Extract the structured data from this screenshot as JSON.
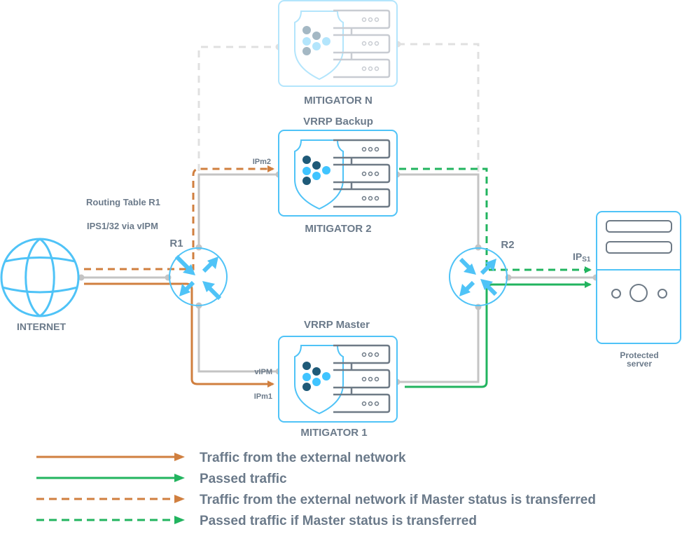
{
  "colors": {
    "external_traffic": "#d07f3f",
    "passed_traffic": "#22b45f",
    "device_outline": "#4fc3f7",
    "device_outline_faded": "#b3e5fc",
    "link_gray": "#c4c4c4",
    "link_dashed_faded": "#e0e0e0",
    "label_text": "#6b7a8a",
    "dot_dark": "#1f5a78",
    "dot_light": "#40c4ff",
    "dot_dark_faded": "#a4b8c4",
    "dot_light_faded": "#b3e5fc"
  },
  "nodes": {
    "internet": {
      "label": "INTERNET",
      "icon": "globe-icon"
    },
    "r1": {
      "label": "R1",
      "icon": "router-icon"
    },
    "r2": {
      "label": "R2",
      "icon": "router-icon"
    },
    "mitigator_n": {
      "label": "MITIGATOR N",
      "icon": "mitigator-icon",
      "status": ""
    },
    "mitigator_2": {
      "label": "MITIGATOR 2",
      "icon": "mitigator-icon",
      "status": "VRRP Backup"
    },
    "mitigator_1": {
      "label": "MITIGATOR 1",
      "icon": "mitigator-icon",
      "status": "VRRP Master"
    },
    "protected_server": {
      "label_line1": "Protected",
      "label_line2": "server",
      "icon": "server-icon"
    }
  },
  "annotations": {
    "routing_table_title": "Routing Table R1",
    "routing_table_entry": "IPS1/32 via vIPM",
    "ipm2": "IPm2",
    "vipm": "vIPM",
    "ipm1": "IPm1",
    "ips1_main": "IP",
    "ips1_sub": "S1"
  },
  "legend": [
    {
      "style": "solid",
      "color_key": "external_traffic",
      "label": "Traffic from the external network"
    },
    {
      "style": "solid",
      "color_key": "passed_traffic",
      "label": "Passed traffic"
    },
    {
      "style": "dashed",
      "color_key": "external_traffic",
      "label": "Traffic from the external network if Master status is transferred"
    },
    {
      "style": "dashed",
      "color_key": "passed_traffic",
      "label": "Passed traffic if Master status is transferred"
    }
  ]
}
